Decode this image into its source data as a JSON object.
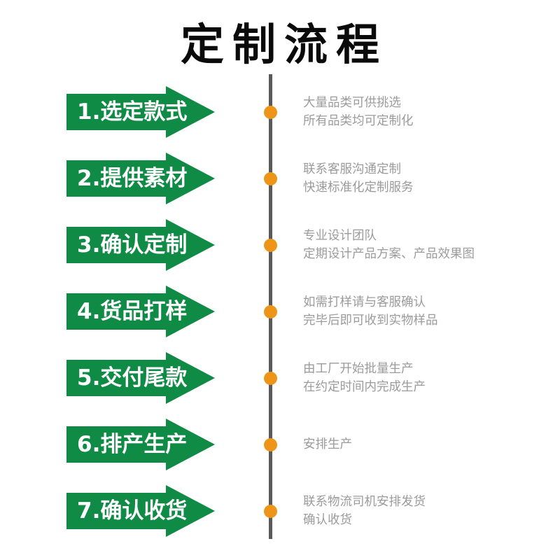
{
  "title": "定制流程",
  "steps": [
    {
      "label": "1.选定款式",
      "desc": [
        "大量品类可供挑选",
        "所有品类均可定制化"
      ]
    },
    {
      "label": "2.提供素材",
      "desc": [
        "联系客服沟通定制",
        "快速标准化定制服务"
      ]
    },
    {
      "label": "3.确认定制",
      "desc": [
        "专业设计团队",
        "定期设计产品方案、产品效果图"
      ]
    },
    {
      "label": "4.货品打样",
      "desc": [
        "如需打样请与客服确认",
        "完毕后即可收到实物样品"
      ]
    },
    {
      "label": "5.交付尾款",
      "desc": [
        "由工厂开始批量生产",
        "在约定时间内完成生产"
      ]
    },
    {
      "label": "6.排产生产",
      "desc": [
        "安排生产"
      ]
    },
    {
      "label": "7.确认收货",
      "desc": [
        "联系物流司机安排发货",
        "确认收货"
      ]
    }
  ],
  "colors": {
    "arrow_green": "#0f8b45",
    "dot_orange": "#ec9519",
    "line_gray": "#5a5a5a",
    "desc_gray": "#9b9b9b",
    "title_black": "#0a0a0a"
  }
}
